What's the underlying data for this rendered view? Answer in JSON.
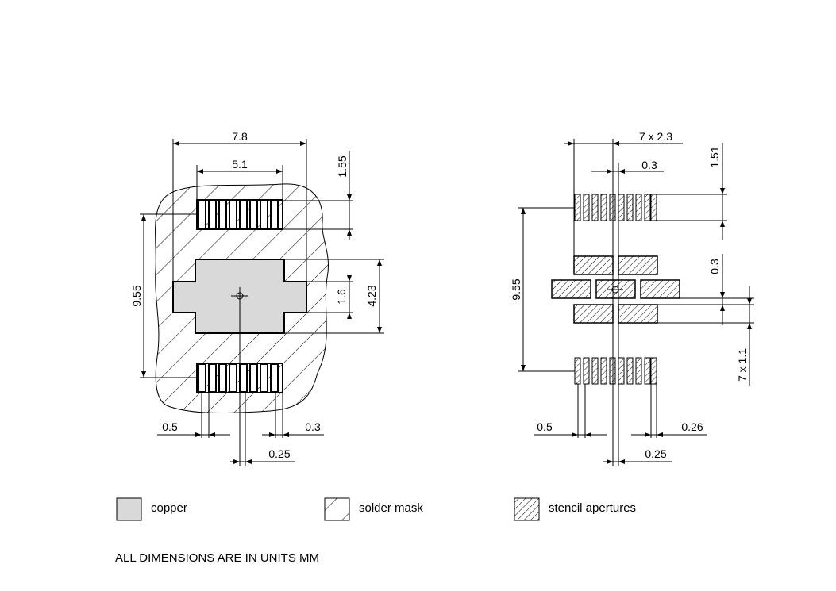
{
  "footprint": {
    "dims": {
      "width_total": "7.8",
      "pad_row_width": "5.1",
      "pad_length": "1.55",
      "pitch_rows": "9.55",
      "center_pad_height": "4.23",
      "center_pad_neck": "1.6",
      "pitch": "0.5",
      "pad_width": "0.3",
      "spacing": "0.25"
    }
  },
  "stencil": {
    "dims": {
      "aperture_grid": "7 x 2.3",
      "offset": "0.3",
      "pad_length": "1.51",
      "pitch_rows": "9.55",
      "gap": "0.3",
      "aperture_height": "7 x 1.1",
      "pitch": "0.5",
      "pad_width": "0.26",
      "spacing": "0.25"
    }
  },
  "legend": {
    "copper": "copper",
    "solder_mask": "solder mask",
    "stencil": "stencil apertures"
  },
  "note": "ALL DIMENSIONS ARE IN UNITS MM",
  "colors": {
    "copper": "#d9d9d9",
    "line": "#000000",
    "background": "#ffffff"
  }
}
